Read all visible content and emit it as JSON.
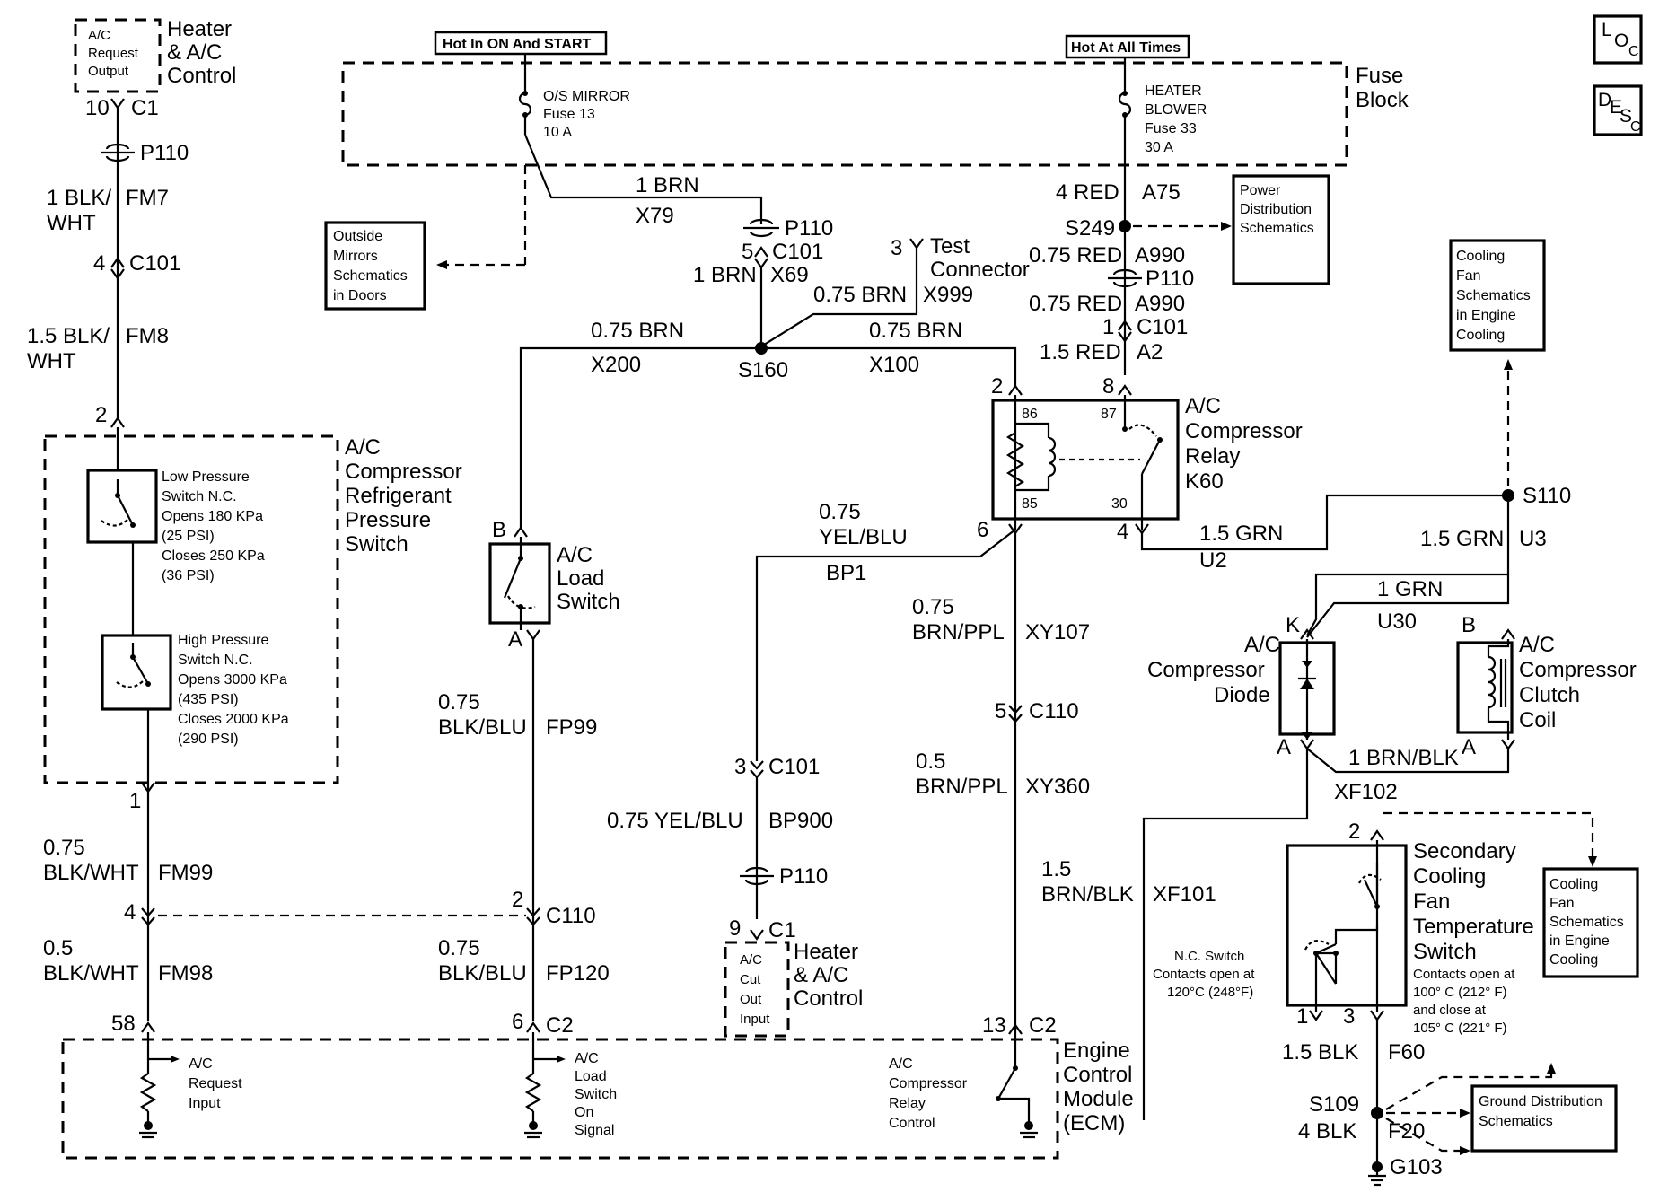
{
  "nav": {
    "loc": [
      "L",
      "O",
      "C"
    ],
    "desc": [
      "D",
      "E",
      "S",
      "C"
    ]
  },
  "power": {
    "hot_run": "Hot In ON And START",
    "hot_all": "Hot At All Times",
    "fuse_block": [
      "Fuse",
      "Block"
    ]
  },
  "fuses": {
    "f13": [
      "O/S MIRROR",
      "Fuse 13",
      "10 A"
    ],
    "f33": [
      "HEATER",
      "BLOWER",
      "Fuse 33",
      "30 A"
    ]
  },
  "xrefs": {
    "outside_mirrors": [
      "Outside",
      "Mirrors",
      "Schematics",
      "in Doors"
    ],
    "power_dist": [
      "Power",
      "Distribution",
      "Schematics"
    ],
    "cooling_fan_1": [
      "Cooling",
      "Fan",
      "Schematics",
      "in Engine",
      "Cooling"
    ],
    "cooling_fan_2": [
      "Cooling",
      "Fan",
      "Schematics",
      "in Engine",
      "Cooling"
    ],
    "ground_dist": [
      "Ground Distribution",
      "Schematics"
    ]
  },
  "components": {
    "hvac_req_box": [
      "A/C",
      "Request",
      "Output"
    ],
    "hvac_req_label": [
      "Heater",
      "& A/C",
      "Control"
    ],
    "pressure_switch": [
      "A/C",
      "Compressor",
      "Refrigerant",
      "Pressure",
      "Switch"
    ],
    "low_pressure": [
      "Low Pressure",
      "Switch N.C.",
      "Opens 180 KPa",
      "(25 PSI)",
      "Closes 250 KPa",
      "(36 PSI)"
    ],
    "high_pressure": [
      "High Pressure",
      "Switch N.C.",
      "Opens 3000 KPa",
      "(435 PSI)",
      "Closes 2000 KPa",
      "(290 PSI)"
    ],
    "load_switch": [
      "A/C",
      "Load",
      "Switch"
    ],
    "relay": [
      "A/C",
      "Compressor",
      "Relay",
      "K60"
    ],
    "relay_pins": [
      "86",
      "85",
      "87",
      "30"
    ],
    "test_connector": [
      "Test",
      "Connector"
    ],
    "hvac_cut_box": [
      "A/C",
      "Cut",
      "Out",
      "Input"
    ],
    "hvac_cut_label": [
      "Heater",
      "& A/C",
      "Control"
    ],
    "diode": [
      "A/C",
      "Compressor",
      "Diode"
    ],
    "clutch": [
      "A/C",
      "Compressor",
      "Clutch",
      "Coil"
    ],
    "temp_switch": [
      "Secondary",
      "Cooling",
      "Fan",
      "Temperature",
      "Switch"
    ],
    "temp_switch_nc": [
      "N.C. Switch",
      "Contacts open at",
      "120°C (248°F)"
    ],
    "temp_switch_notes": [
      "Contacts open at",
      "100° C (212° F)",
      "and close at",
      "105° C (221° F)"
    ],
    "ecm": [
      "Engine",
      "Control",
      "Module",
      "(ECM)"
    ],
    "ecm_req": [
      "A/C",
      "Request",
      "Input"
    ],
    "ecm_load": [
      "A/C",
      "Load",
      "Switch",
      "On",
      "Signal"
    ],
    "ecm_relay": [
      "A/C",
      "Compressor",
      "Relay",
      "Control"
    ]
  },
  "connectors": {
    "c1_10": [
      "10",
      "C1"
    ],
    "p110_left": "P110",
    "c101_4": [
      "4",
      "C101"
    ],
    "pin2_pressure": "2",
    "pin1_pressure": "1",
    "c110_4": [
      "4",
      "C110"
    ],
    "c110_2": [
      "2",
      "C110"
    ],
    "c2_58": [
      "58",
      "C2"
    ],
    "c2_6": [
      "6",
      "C2"
    ],
    "c2_13": [
      "13",
      "C2"
    ],
    "p110_mid": "P110",
    "c101_5": [
      "5",
      "C101"
    ],
    "test_pin": "3",
    "s160": "S160",
    "load_b": "B",
    "load_a": "A",
    "c101_3": [
      "3",
      "C101"
    ],
    "p110_low": "P110",
    "c1_9": [
      "9",
      "C1"
    ],
    "s249": "S249",
    "p110_right": "P110",
    "c101_1": [
      "1",
      "C101"
    ],
    "relay_2": "2",
    "relay_8": "8",
    "relay_6": "6",
    "relay_4": "4",
    "c110_5": [
      "5",
      "C110"
    ],
    "s110": "S110",
    "diode_k": "K",
    "diode_a": "A",
    "clutch_b": "B",
    "clutch_a": "A",
    "ts_2": "2",
    "ts_1": "1",
    "ts_3": "3",
    "s109": "S109",
    "g103": "G103"
  },
  "wires": {
    "fm7": [
      "1 BLK/",
      "WHT",
      "FM7"
    ],
    "fm8": [
      "1.5 BLK/",
      "WHT",
      "FM8"
    ],
    "fm99": [
      "0.75",
      "BLK/WHT",
      "FM99"
    ],
    "fm98": [
      "0.5",
      "BLK/WHT",
      "FM98"
    ],
    "x79": [
      "1 BRN",
      "X79"
    ],
    "x69": [
      "1 BRN",
      "X69"
    ],
    "x999": [
      "0.75 BRN",
      "X999"
    ],
    "x200": [
      "0.75 BRN",
      "X200"
    ],
    "x100": [
      "0.75 BRN",
      "X100"
    ],
    "fp99": [
      "0.75",
      "BLK/BLU",
      "FP99"
    ],
    "fp120": [
      "0.75",
      "BLK/BLU",
      "FP120"
    ],
    "bp1": [
      "0.75",
      "YEL/BLU",
      "BP1"
    ],
    "bp900": [
      "0.75 YEL/BLU",
      "BP900"
    ],
    "xy107": [
      "0.75",
      "BRN/PPL",
      "XY107"
    ],
    "xy360": [
      "0.5",
      "BRN/PPL",
      "XY360"
    ],
    "a75": [
      "4 RED",
      "A75"
    ],
    "a990_1": [
      "0.75 RED",
      "A990"
    ],
    "a990_2": [
      "0.75 RED",
      "A990"
    ],
    "a2": [
      "1.5 RED",
      "A2"
    ],
    "u2": [
      "1.5 GRN",
      "U2"
    ],
    "u3": [
      "1.5 GRN",
      "U3"
    ],
    "u30": [
      "1 GRN",
      "U30"
    ],
    "xf102": [
      "1 BRN/BLK",
      "XF102"
    ],
    "xf101": [
      "1.5",
      "BRN/BLK",
      "XF101"
    ],
    "f60": [
      "1.5 BLK",
      "F60"
    ],
    "f20": [
      "4 BLK",
      "F20"
    ]
  }
}
